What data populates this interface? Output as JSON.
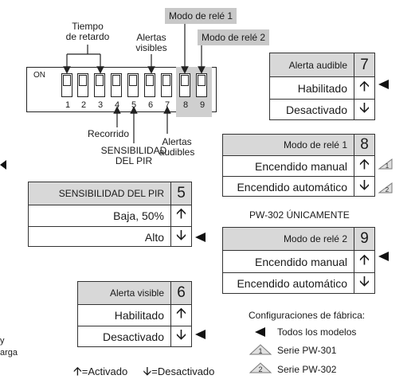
{
  "labels": {
    "delay_line1": "Tiempo",
    "delay_line2": "de retardo",
    "visible_line1": "Alertas",
    "visible_line2": "visibles",
    "relay1": "Modo de relé 1",
    "relay2": "Modo de relé 2",
    "on": "ON",
    "travel": "Recorrido",
    "pir_line1": "SENSIBILIDAD",
    "pir_line2": "DEL PIR",
    "audible_line1": "Alertas",
    "audible_line2": "audibles",
    "pw302_only": "PW-302 ÚNICAMENTE",
    "left_fragment_1": "y",
    "left_fragment_2": "arga"
  },
  "switch_numbers": [
    "1",
    "2",
    "3",
    "4",
    "5",
    "6",
    "7",
    "8",
    "9"
  ],
  "tables": {
    "audible": {
      "title": "Alerta audible",
      "number": "7",
      "rows": [
        "Habilitado",
        "Desactivado"
      ]
    },
    "relay1": {
      "title": "Modo de relé 1",
      "number": "8",
      "rows": [
        "Encendido manual",
        "Encendido automático"
      ]
    },
    "pir": {
      "title": "SENSIBILIDAD DEL PIR",
      "number": "5",
      "rows": [
        "Baja, 50%",
        "Alto"
      ]
    },
    "relay2": {
      "title": "Modo de relé 2",
      "number": "9",
      "rows": [
        "Encendido manual",
        "Encendido automático"
      ]
    },
    "visible": {
      "title": "Alerta visible",
      "number": "6",
      "rows": [
        "Habilitado",
        "Desactivado"
      ]
    }
  },
  "arrow_key": {
    "on": "=Activado",
    "off": "=Desactivado"
  },
  "factory": {
    "title": "Configuraciones de fábrica:",
    "all_models": "Todos los modelos",
    "pw301_mark": "1",
    "pw301": "Serie PW-301",
    "pw302_mark": "2",
    "pw302": "Serie PW-302"
  },
  "colors": {
    "gray": "#c8c8c8",
    "header": "#d8d8d8",
    "ink": "#1a1a1a"
  },
  "icons": {
    "on": "up-arrow",
    "off": "down-arrow",
    "default_all": "left-triangle",
    "default_series": "outlined-triangle"
  }
}
